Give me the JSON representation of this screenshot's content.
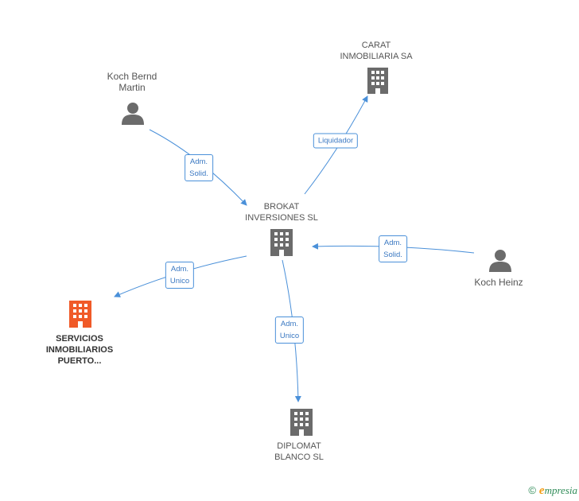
{
  "colors": {
    "edge": "#4a90d9",
    "node_grey": "#6b6b6b",
    "node_highlight": "#f05a28",
    "person": "#6b6b6b"
  },
  "nodes": {
    "carat": {
      "line1": "CARAT",
      "line2": "INMOBILIARIA SA",
      "icon": "building-icon"
    },
    "koch_bernd": {
      "line1": "Koch Bernd",
      "line2": "Martin",
      "icon": "person-icon"
    },
    "brokat": {
      "line1": "BROKAT",
      "line2": "INVERSIONES SL",
      "icon": "building-icon"
    },
    "koch_heinz": {
      "line1": "Koch Heinz",
      "icon": "person-icon"
    },
    "servicios": {
      "line1": "SERVICIOS",
      "line2": "INMOBILIARIOS",
      "line3": "PUERTO...",
      "icon": "building-icon"
    },
    "diplomat": {
      "line1": "DIPLOMAT",
      "line2": "BLANCO SL",
      "icon": "building-icon"
    }
  },
  "edges": {
    "koch_bernd_brokat": {
      "l1": "Adm.",
      "l2": "Solid."
    },
    "brokat_carat": {
      "l1": "Liquidador"
    },
    "koch_heinz_brokat": {
      "l1": "Adm.",
      "l2": "Solid."
    },
    "brokat_servicios": {
      "l1": "Adm.",
      "l2": "Unico"
    },
    "brokat_diplomat": {
      "l1": "Adm.",
      "l2": "Unico"
    }
  },
  "footer": {
    "copyright": "©",
    "brand_first": "e",
    "brand_rest": "mpresia"
  }
}
